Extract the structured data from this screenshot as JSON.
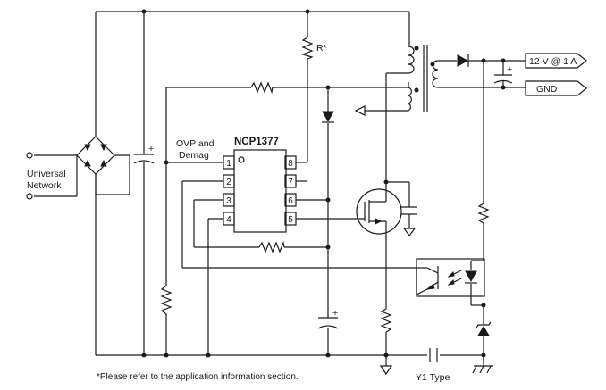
{
  "ic": {
    "name": "NCP1377",
    "pins": [
      "1",
      "2",
      "3",
      "4",
      "5",
      "6",
      "7",
      "8"
    ]
  },
  "labels": {
    "ovp": "OVP and",
    "demag": "Demag",
    "resistor_star": "R*",
    "input_line1": "Universal",
    "input_line2": "Network",
    "output_voltage": "12 V @ 1 A",
    "output_gnd": "GND",
    "y1": "Y1 Type",
    "plus": "+"
  },
  "note": "*Please refer to the application information section."
}
